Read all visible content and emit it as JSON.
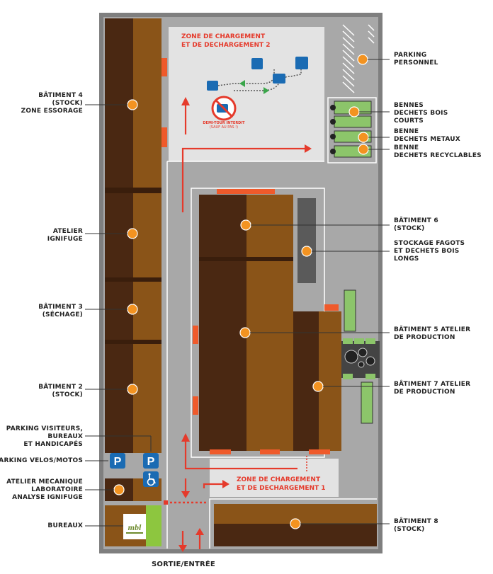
{
  "labels_left": [
    {
      "id": "batiment4",
      "lines": [
        "BÂTIMENT 4",
        "(STOCK)",
        "ZONE ESSORAGE"
      ]
    },
    {
      "id": "atelier-ignifuge",
      "lines": [
        "ATELIER",
        "IGNIFUGE"
      ]
    },
    {
      "id": "batiment3",
      "lines": [
        "BÂTIMENT 3",
        "(SÉCHAGE)"
      ]
    },
    {
      "id": "batiment2",
      "lines": [
        "BÂTIMENT 2",
        "(STOCK)"
      ]
    },
    {
      "id": "parking-visiteurs",
      "lines": [
        "PARKING VISITEURS,",
        "BUREAUX",
        "ET HANDICAPÉS"
      ]
    },
    {
      "id": "parking-velos",
      "lines": [
        "PARKING VELOS/MOTOS"
      ]
    },
    {
      "id": "atelier-mecanique",
      "lines": [
        "ATELIER MECANIQUE",
        "LABORATOIRE",
        "ANALYSE IGNIFUGE"
      ]
    },
    {
      "id": "bureaux",
      "lines": [
        "BUREAUX"
      ]
    }
  ],
  "labels_right": [
    {
      "id": "parking-personnel",
      "lines": [
        "PARKING",
        "PERSONNEL"
      ]
    },
    {
      "id": "bennes-bois",
      "lines": [
        "BENNES",
        "DECHETS BOIS",
        "COURTS"
      ]
    },
    {
      "id": "benne-metaux",
      "lines": [
        "BENNE",
        "DECHETS METAUX"
      ]
    },
    {
      "id": "benne-recyclables",
      "lines": [
        "BENNE",
        "DECHETS RECYCLABLES"
      ]
    },
    {
      "id": "batiment6",
      "lines": [
        "BÂTIMENT 6",
        "(STOCK)"
      ]
    },
    {
      "id": "stockage-fagots",
      "lines": [
        "STOCKAGE FAGOTS",
        "ET DECHETS BOIS",
        "LONGS"
      ]
    },
    {
      "id": "batiment5",
      "lines": [
        "BÂTIMENT 5 ATELIER",
        "DE PRODUCTION"
      ]
    },
    {
      "id": "batiment7",
      "lines": [
        "BÂTIMENT 7 ATELIER",
        "DE PRODUCTION"
      ]
    },
    {
      "id": "batiment8",
      "lines": [
        "BÂTIMENT 8",
        "(STOCK)"
      ]
    }
  ],
  "zone2": {
    "line1": "ZONE DE CHARGEMENT",
    "line2": "ET DE DECHARGEMENT 2"
  },
  "zone1": {
    "line1": "ZONE DE CHARGEMENT",
    "line2": "ET DE DECHARGEMENT 1"
  },
  "demi_tour": {
    "line1": "DEMI-TOUR INTERDIT",
    "line2": "(SAUF AU PAS !)"
  },
  "sortie": "SORTIE/ENTRÉE",
  "parking_sign": "P",
  "logo_text": "mbl",
  "colors": {
    "wall": "#7a7a7a",
    "ground": "#a9a9a9",
    "zone_bg": "#e3e3e3",
    "wood": "#8a5418",
    "wood_dark": "#4a2812",
    "dock": "#ef5a2b",
    "dot": "#f39321",
    "bin": "#8cc56a",
    "arrow_red": "#e53a2b",
    "blue_sign": "#1a6bb3",
    "logo_green": "#8dc63f"
  }
}
